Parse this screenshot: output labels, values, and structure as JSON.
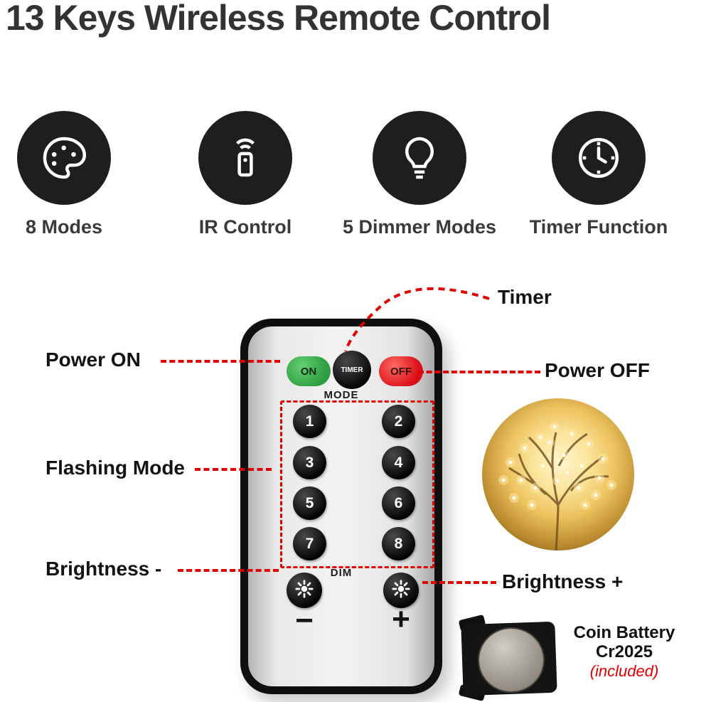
{
  "title": "13 Keys Wireless Remote Control",
  "features": [
    {
      "label": "8 Modes"
    },
    {
      "label": "IR Control"
    },
    {
      "label": "5 Dimmer Modes"
    },
    {
      "label": "Timer Function"
    }
  ],
  "remote": {
    "on_label": "ON",
    "timer_label": "TIMER",
    "off_label": "OFF",
    "mode_label": "MODE",
    "mode_buttons": [
      "1",
      "2",
      "3",
      "4",
      "5",
      "6",
      "7",
      "8"
    ],
    "dim_label": "DIM",
    "minus_label": "−",
    "plus_label": "+"
  },
  "annotations": {
    "timer": "Timer",
    "power_on": "Power ON",
    "power_off": "Power OFF",
    "flashing_mode": "Flashing Mode",
    "brightness_minus": "Brightness -",
    "brightness_plus": "Brightness +"
  },
  "battery": {
    "title": "Coin Battery",
    "model": "Cr2025",
    "note": "(included)"
  },
  "colors": {
    "annotation_red": "#e10000",
    "power_on_green": "#2e9e42",
    "power_off_red": "#d90f17",
    "button_black": "#0a0a0a"
  }
}
